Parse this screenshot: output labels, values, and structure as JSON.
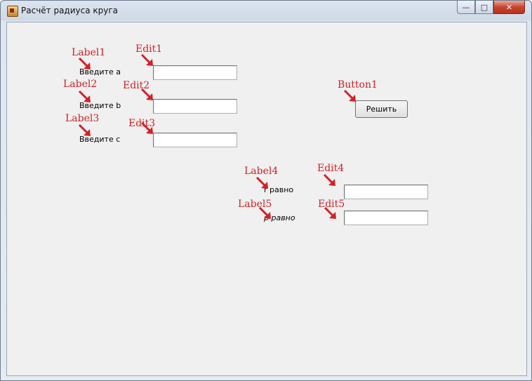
{
  "window": {
    "title": "Расчёт радиуса круга",
    "icon": "app-icon",
    "controls": {
      "minimize_icon": "minimize-icon",
      "maximize_icon": "maximize-icon",
      "close_icon": "close-icon"
    }
  },
  "form": {
    "labels": {
      "a": "Введите а",
      "b": "Введите b",
      "c": "Введите с",
      "r": "r равно",
      "p": "р равно"
    },
    "edits": {
      "edit1": "",
      "edit2": "",
      "edit3": "",
      "edit4": "",
      "edit5": ""
    },
    "solve_button": "Решить"
  },
  "annotations": {
    "label1": "Label1",
    "label2": "Label2",
    "label3": "Label3",
    "label4": "Label4",
    "label5": "Label5",
    "edit1": "Edit1",
    "edit2": "Edit2",
    "edit3": "Edit3",
    "edit4": "Edit4",
    "edit5": "Edit5",
    "button1": "Button1",
    "arrow_color": "#d42027"
  }
}
